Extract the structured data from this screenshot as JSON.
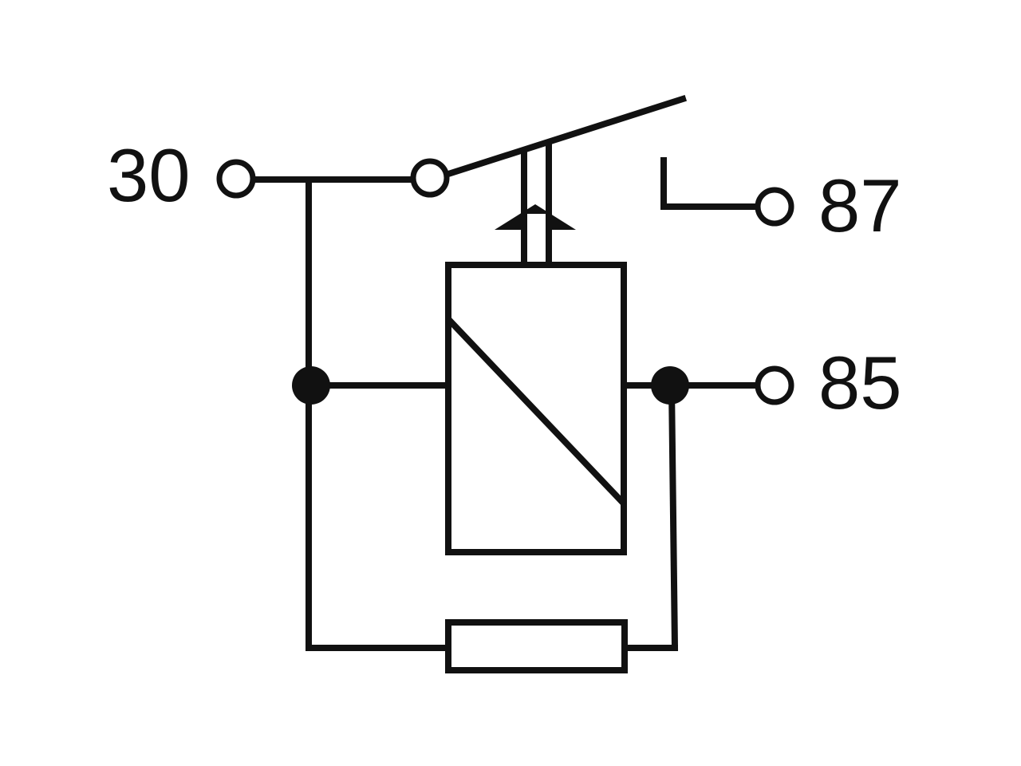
{
  "diagram": {
    "colors": {
      "line": "#111111",
      "background": "#ffffff"
    },
    "terminals": {
      "pin_30": {
        "label": "30"
      },
      "pin_87": {
        "label": "87"
      },
      "pin_85": {
        "label": "85"
      }
    },
    "components": {
      "relay_coil": "coil",
      "resistor": "resistor",
      "switch": "normally-open-contact"
    }
  }
}
